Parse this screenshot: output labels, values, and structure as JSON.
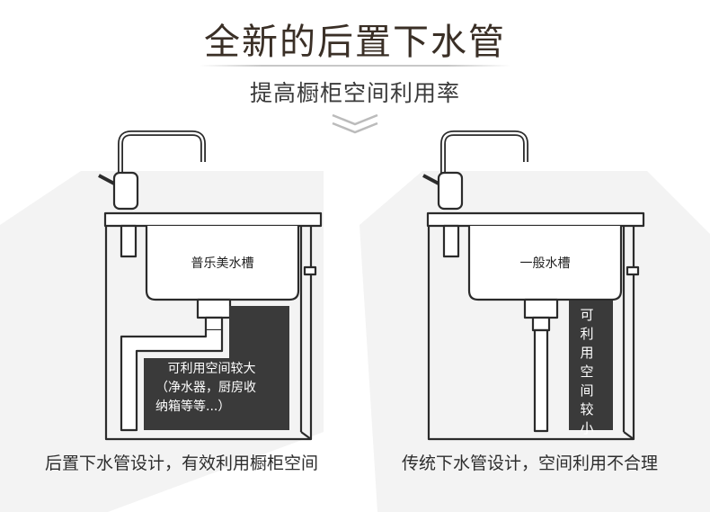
{
  "title": "全新的后置下水管",
  "subtitle": "提高橱柜空间利用率",
  "chevron_icon": "double-chevron-down-icon",
  "left_diagram": {
    "sink_label": "普乐美水槽",
    "space_label_lines": [
      "可利用空间较大",
      "（净水器，厨房收",
      "纳箱等等...）"
    ],
    "caption": "后置下水管设计，有效利用橱柜空间"
  },
  "right_diagram": {
    "sink_label": "一般水槽",
    "space_label_chars": [
      "可",
      "利",
      "用",
      "空",
      "间",
      "较",
      "小"
    ],
    "caption": "传统下水管设计，空间利用不合理"
  },
  "colors": {
    "title": "#3a2f26",
    "line": "#2b2b2b",
    "dark_fill": "#3a3a3a",
    "shadow": "#f1f1f1"
  }
}
